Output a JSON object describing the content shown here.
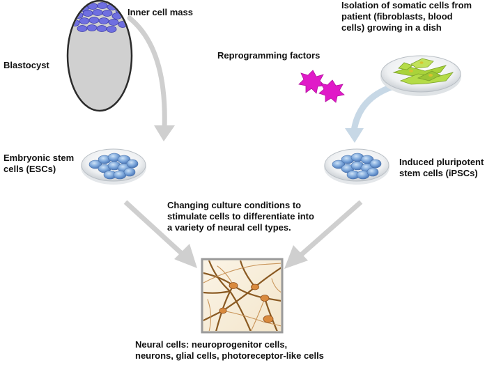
{
  "labels": {
    "inner_cell_mass": "Inner cell mass",
    "blastocyst": "Blastocyst",
    "somatic_isolation": "Isolation of somatic cells from\npatient (fibroblasts, blood\ncells) growing in a dish",
    "reprogramming": "Reprogramming factors",
    "escs": "Embryonic stem\ncells (ESCs)",
    "ipscs": "Induced pluripotent\nstem cells (iPSCs)",
    "culture_conditions": "Changing culture conditions to\nstimulate cells to differentiate into\na variety of neural cell types.",
    "neural_cells": "Neural cells: neuroprogenitor cells,\nneurons, glial cells, photoreceptor-like cells"
  },
  "colors": {
    "arrow_gray": "#cfcfcf",
    "arrow_blue": "#c7d8e6",
    "blastocyst_fill": "#d0d0d0",
    "inner_cell_mass": "#6f6fe0",
    "stem_cell_blue": "#6f9fd8",
    "reprogramming_star": "#e01ac8",
    "fibroblast_green": "#a9d33a",
    "neural_frame": "#9a9a9a"
  },
  "icons": {
    "blastocyst": "blastocyst-egg-icon",
    "esc_dish": "petri-dish-stem-cells-icon",
    "ipsc_dish": "petri-dish-stem-cells-icon",
    "somatic_dish": "petri-dish-fibroblasts-icon",
    "factors": "magenta-star-icon",
    "neural": "neural-network-image"
  }
}
